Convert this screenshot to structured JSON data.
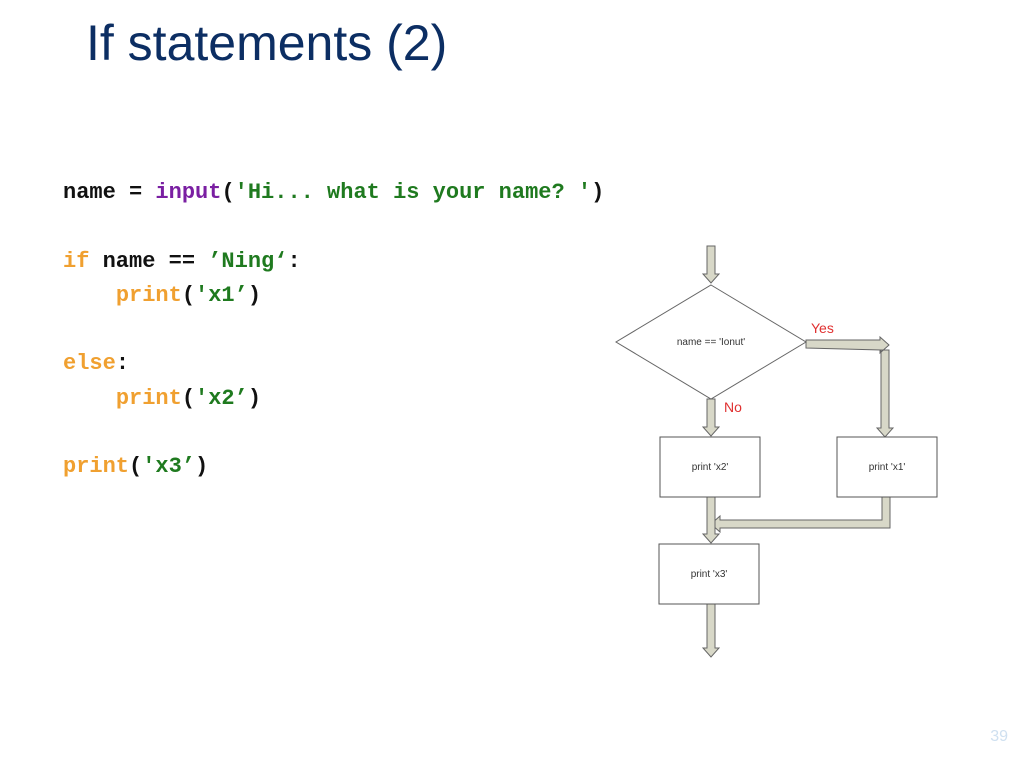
{
  "slide": {
    "title": "If statements (2)",
    "page_number": "39"
  },
  "code": {
    "line1": {
      "var": "name",
      "op": " = ",
      "func": "input",
      "open": "(",
      "str": "'Hi... what is your name? '",
      "close": ")"
    },
    "line2": {
      "kw": "if",
      "rest": " name == ",
      "str": "’Ning‘",
      "colon": ":"
    },
    "line3": {
      "indent": "    ",
      "func": "print",
      "open": "(",
      "str": "'x1’",
      "close": ")"
    },
    "line4": {
      "kw": "else",
      "colon": ":"
    },
    "line5": {
      "indent": "    ",
      "func": "print",
      "open": "(",
      "str": "'x2’",
      "close": ")"
    },
    "line6": {
      "func": "print",
      "open": "(",
      "str": "'x3’",
      "close": ")"
    }
  },
  "flowchart": {
    "decision": "name == 'Ionut'",
    "yes_label": "Yes",
    "no_label": "No",
    "box_x1": "print 'x1'",
    "box_x2": "print 'x2'",
    "box_x3": "print 'x3'",
    "arrow_fill": "#d8d8c8",
    "label_color": "#e03030"
  }
}
